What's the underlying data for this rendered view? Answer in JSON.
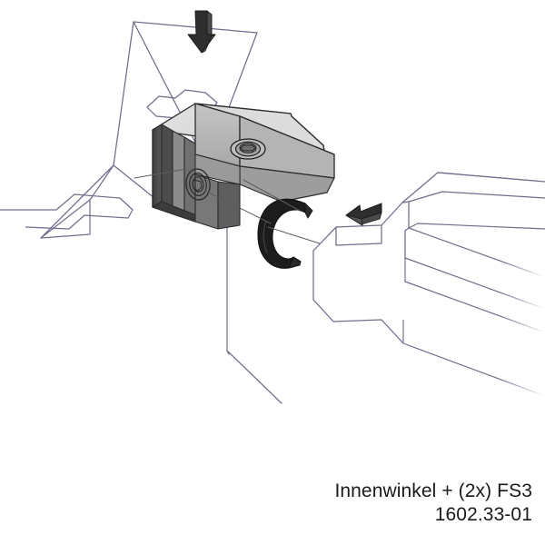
{
  "document": {
    "type": "assembly-instruction-illustration",
    "background_color": "#ffffff"
  },
  "caption": {
    "title": "Innenwinkel + (2x) FS3",
    "part_number": "1602.33-01"
  },
  "colors": {
    "wireframe_line": "#6d6d8c",
    "hidden_line": "#7a7a7a",
    "bracket_top": "#d6d6d6",
    "bracket_front": "#b9b9b9",
    "bracket_side_dark": "#4c4c4c",
    "bracket_side_mid": "#8c8c8c",
    "bracket_edge": "#2b2b2b",
    "clip_black": "#1c1c1c",
    "arrow_black": "#2e2e2e",
    "text": "#1a1a1a"
  },
  "parts": [
    {
      "id": "vertical-profile",
      "label": "vertical aluminium T-slot profile",
      "render": "wireframe-outline"
    },
    {
      "id": "horizontal-profile",
      "label": "horizontal aluminium T-slot profile",
      "render": "wireframe-outline"
    },
    {
      "id": "inner-angle-bracket",
      "label": "Innenwinkel inner angle bracket",
      "render": "shaded-solid"
    },
    {
      "id": "retaining-clip",
      "label": "black C-shaped spring retaining clip",
      "render": "solid-black"
    },
    {
      "id": "fastener-top",
      "label": "FS3 socket screw in top face",
      "render": "countersunk-hole"
    },
    {
      "id": "fastener-front",
      "label": "FS3 socket screw in vertical leg",
      "render": "countersunk-hole"
    }
  ],
  "arrows": [
    {
      "id": "arrow-down",
      "direction": "down",
      "meaning": "insert bracket downward into vertical profile slot"
    },
    {
      "id": "arrow-left",
      "direction": "left",
      "meaning": "slide horizontal profile left onto bracket"
    }
  ]
}
